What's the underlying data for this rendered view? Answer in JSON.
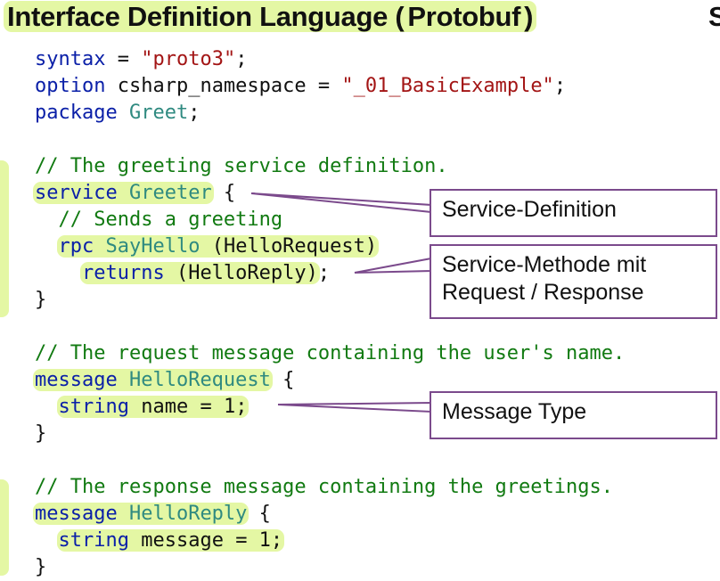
{
  "header": {
    "title_prefix": "Interface Definition Language (",
    "title_highlight": "Protobuf",
    "title_suffix": ")",
    "cut_letter": "S"
  },
  "code": {
    "l1": {
      "kw": "syntax",
      "op": " = ",
      "str": "\"proto3\"",
      "end": ";"
    },
    "l2": {
      "kw": "option",
      "mid": " csharp_namespace = ",
      "str": "\"_01_BasicExample\"",
      "end": ";"
    },
    "l3": {
      "kw": "package",
      "sp": " ",
      "typ": "Greet",
      "end": ";"
    },
    "l5": {
      "comment": "// The greeting service definition."
    },
    "l6": {
      "kw": "service",
      "sp": " ",
      "typ": "Greeter",
      "end": " {"
    },
    "l7": {
      "comment": "// Sends a greeting"
    },
    "l8": {
      "kw": "rpc",
      "sp": " ",
      "typ": "SayHello",
      "args": " (HelloRequest)"
    },
    "l9": {
      "kw": "returns",
      "args": " (HelloReply)",
      "end": ";"
    },
    "l10": {
      "brace": "}"
    },
    "l12": {
      "comment": "// The request message containing the user's name."
    },
    "l13": {
      "kw": "message",
      "sp": " ",
      "typ": "HelloRequest",
      "end": " {"
    },
    "l14": {
      "kw": "string",
      "field": " name = 1;"
    },
    "l15": {
      "brace": "}"
    },
    "l17": {
      "comment": "// The response message containing the greetings."
    },
    "l18": {
      "kw": "message",
      "sp": " ",
      "typ": "HelloReply",
      "end": " {"
    },
    "l19": {
      "kw": "string",
      "field": " message = 1;"
    },
    "l20": {
      "brace": "}"
    }
  },
  "callouts": {
    "service_definition": {
      "text": "Service-Definition"
    },
    "service_method": {
      "line1": "Service-Methode mit",
      "line2": "Request / Response"
    },
    "message_type": {
      "text": "Message Type"
    }
  },
  "colors": {
    "highlight": "#e4f7a4",
    "keyword": "#0b20a8",
    "string": "#a31515",
    "type": "#2f8a80",
    "comment": "#117a11",
    "callout_border": "#7b4a8c"
  }
}
